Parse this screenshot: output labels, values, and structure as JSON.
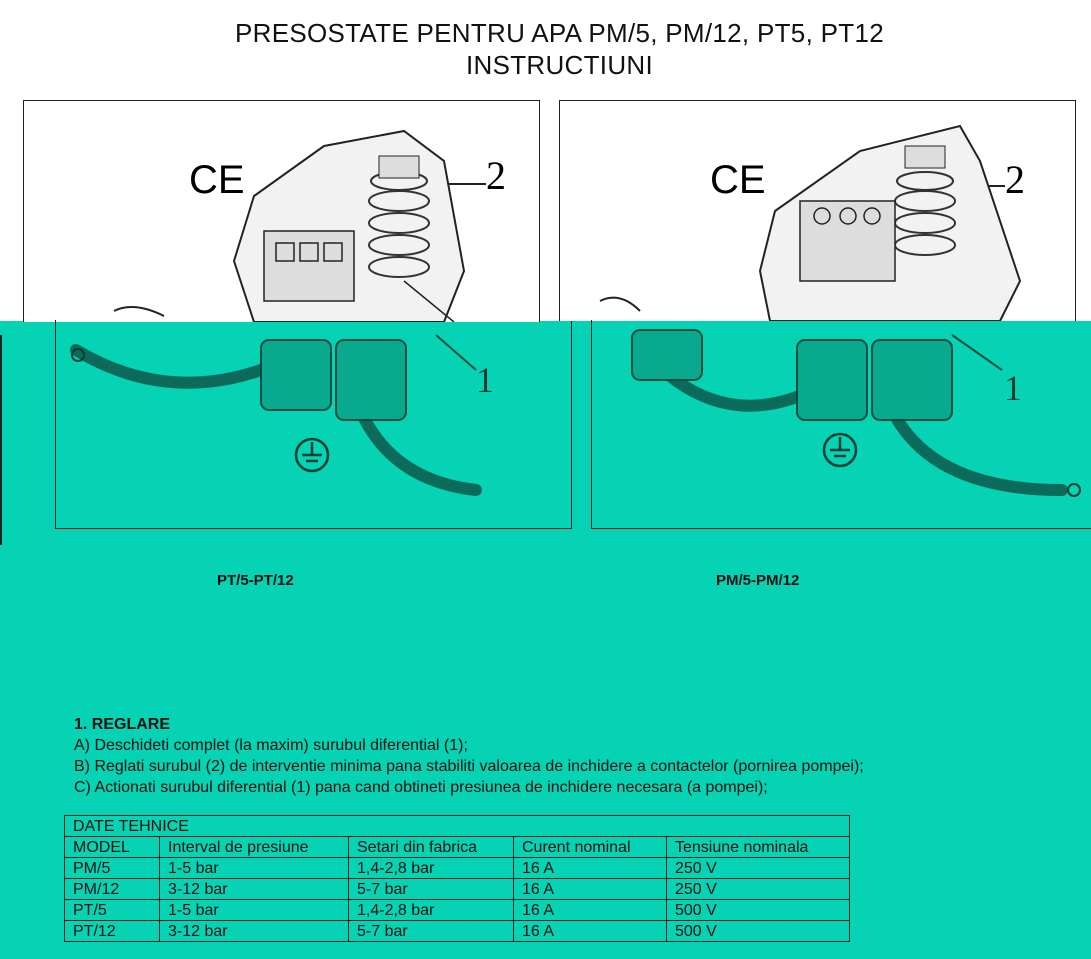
{
  "header": {
    "title_line1": "PRESOSTATE PENTRU APA PM/5, PM/12, PT5, PT12",
    "title_line2": "INSTRUCTIUNI"
  },
  "figures": {
    "left": {
      "ce_mark": "CE",
      "label_2": "2",
      "label_1": "1",
      "caption": "PT/5-PT/12"
    },
    "right": {
      "ce_mark": "CE",
      "label_2": "2",
      "label_1": "1",
      "caption": "PM/5-PM/12"
    }
  },
  "section1": {
    "heading": "1. REGLARE",
    "steps": [
      "A) Deschideti complet (la maxim) surubul diferential (1);",
      "B) Reglati surubul (2) de interventie minima pana stabiliti valoarea de inchidere a contactelor (pornirea pompei);",
      "C) Actionati surubul diferential (1) pana cand obtineti presiunea de inchidere necesara (a pompei);"
    ]
  },
  "tech_table": {
    "title": "DATE TEHNICE",
    "columns": [
      "MODEL",
      "Interval de presiune",
      "Setari din fabrica",
      "Curent nominal",
      "Tensiune nominala"
    ],
    "rows": [
      [
        "PM/5",
        "1-5 bar",
        "1,4-2,8 bar",
        "16 A",
        "250 V"
      ],
      [
        "PM/12",
        "3-12 bar",
        "5-7 bar",
        "16 A",
        "250 V"
      ],
      [
        "PT/5",
        "1-5 bar",
        "1,4-2,8 bar",
        "16 A",
        "500 V"
      ],
      [
        "PT/12",
        "3-12 bar",
        "5-7 bar",
        "16 A",
        "500 V"
      ]
    ]
  },
  "colors": {
    "background_teal": "#05d3b3",
    "line": "#222222"
  }
}
